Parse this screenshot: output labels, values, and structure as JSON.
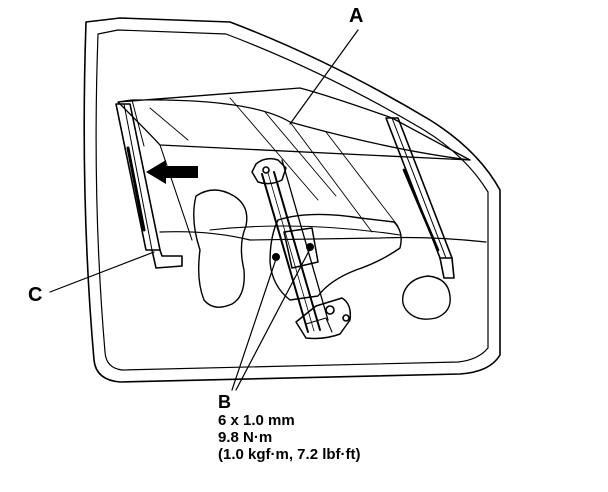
{
  "callouts": {
    "a": "A",
    "b": "B",
    "c": "C"
  },
  "fastener_spec": {
    "size": "6 x 1.0 mm",
    "torque_nm": "9.8 N·m",
    "torque_alt": "(1.0 kgf·m, 7.2 lbf·ft)"
  },
  "colors": {
    "line": "#000000",
    "background": "#ffffff"
  }
}
